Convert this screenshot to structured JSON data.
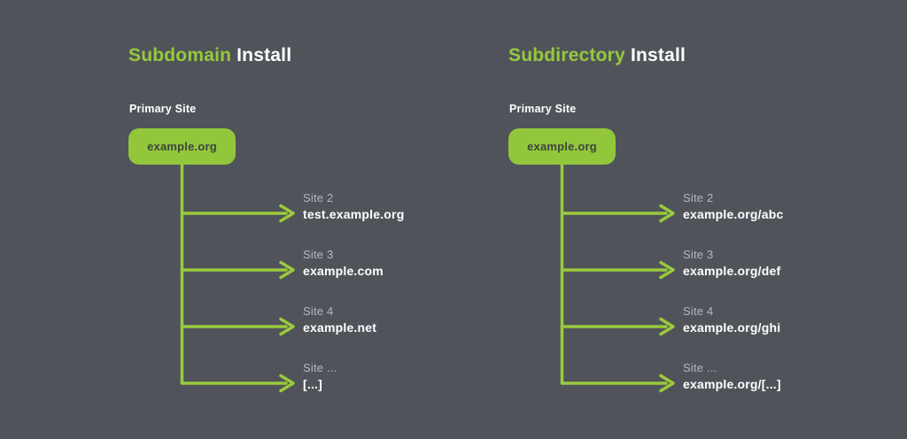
{
  "colors": {
    "background": "#50545a",
    "accent_green": "#97c93d",
    "box_fill": "#92c73c",
    "box_text": "#3d453f",
    "site_label_gray": "#b4b8bb",
    "domain_white": "#ffffff"
  },
  "panels": [
    {
      "title_highlight": "Subdomain",
      "title_rest": "Install",
      "primary_label": "Primary Site",
      "primary_domain": "example.org",
      "sites": [
        {
          "label": "Site 2",
          "domain": "test.example.org"
        },
        {
          "label": "Site 3",
          "domain": "example.com"
        },
        {
          "label": "Site 4",
          "domain": "example.net"
        },
        {
          "label": "Site ...",
          "domain": "[...]"
        }
      ]
    },
    {
      "title_highlight": "Subdirectory",
      "title_rest": "Install",
      "primary_label": "Primary Site",
      "primary_domain": "example.org",
      "sites": [
        {
          "label": "Site 2",
          "domain": "example.org/abc"
        },
        {
          "label": "Site 3",
          "domain": "example.org/def"
        },
        {
          "label": "Site 4",
          "domain": "example.org/ghi"
        },
        {
          "label": "Site ...",
          "domain": "example.org/[...]"
        }
      ]
    }
  ]
}
